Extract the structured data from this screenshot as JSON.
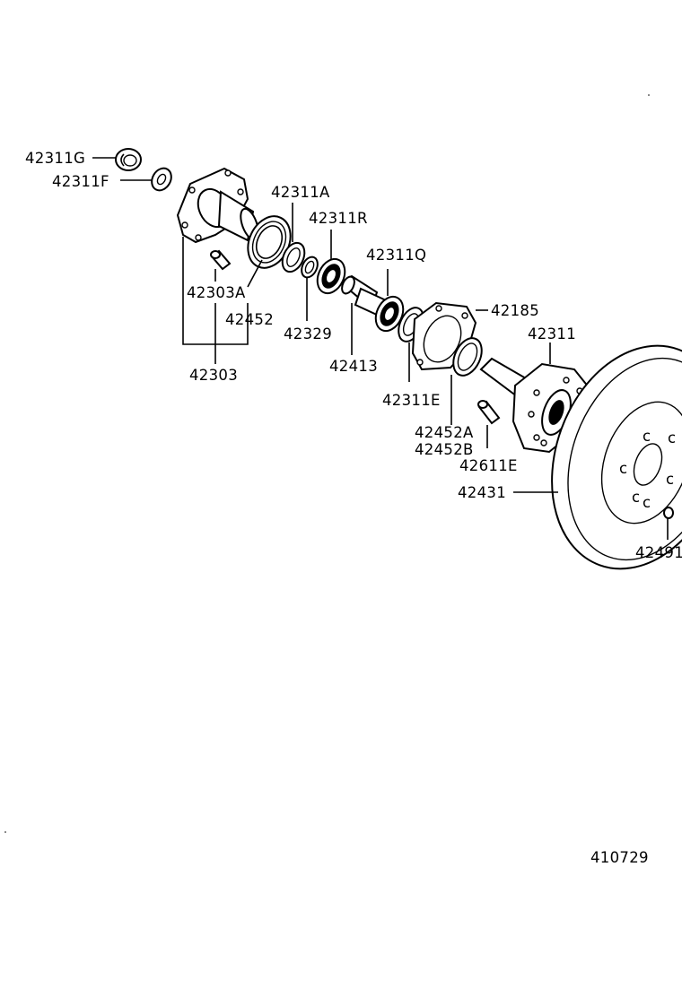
{
  "labels": {
    "p42311G": "42311G",
    "p42311F": "42311F",
    "p42311A": "42311A",
    "p42311R": "42311R",
    "p42311Q": "42311Q",
    "p42185": "42185",
    "p42311": "42311",
    "p42303A": "42303A",
    "p42452": "42452",
    "p42329": "42329",
    "p42413": "42413",
    "p42303": "42303",
    "p42311E": "42311E",
    "p42452A": "42452A",
    "p42452B": "42452B",
    "p42611E": "42611E",
    "p42431": "42431",
    "p42491": "42491"
  },
  "diagram_id": "410729"
}
